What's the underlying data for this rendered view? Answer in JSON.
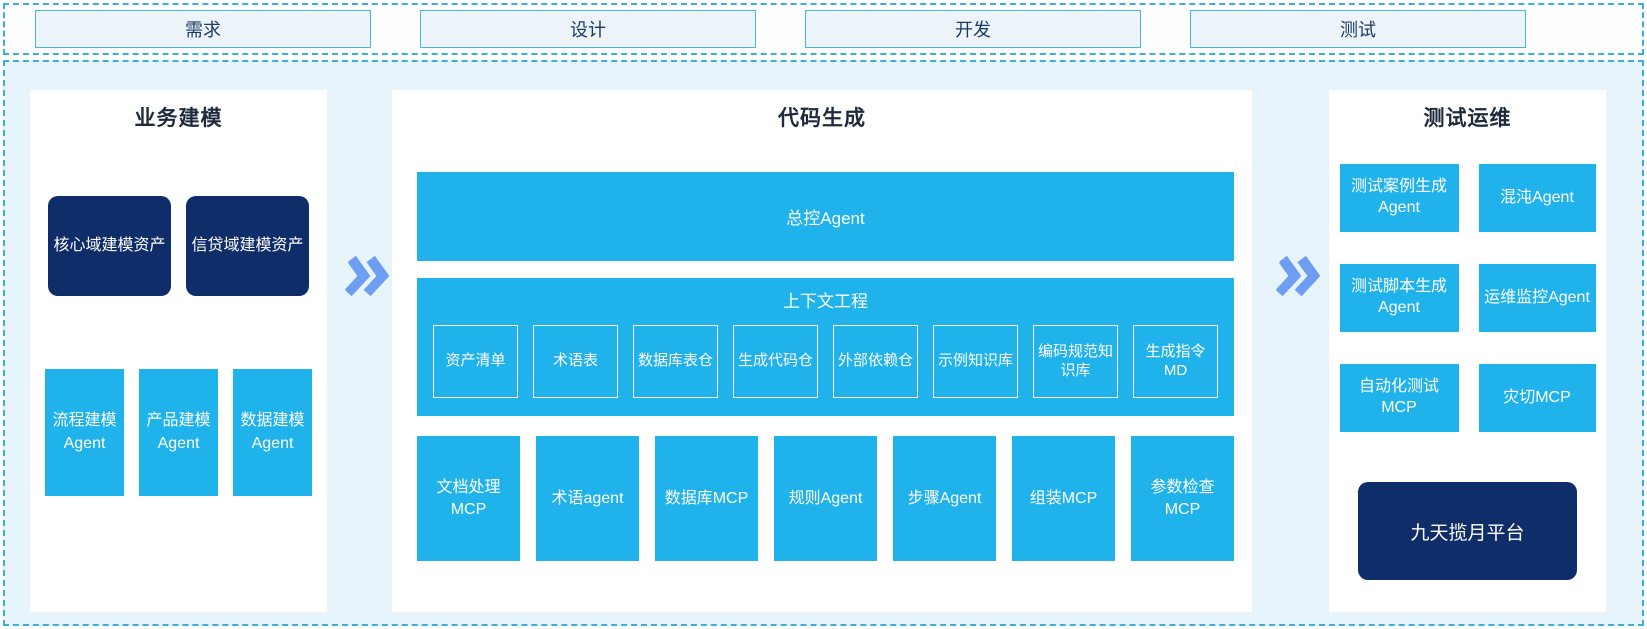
{
  "phases": {
    "labels": [
      "需求",
      "设计",
      "开发",
      "测试"
    ]
  },
  "panels": {
    "business": {
      "title": "业务建模",
      "assets": [
        "核心域建模资产",
        "信贷域建模资产"
      ],
      "agents": [
        "流程建模Agent",
        "产品建模Agent",
        "数据建模Agent"
      ]
    },
    "codegen": {
      "title": "代码生成",
      "master_agent": "总控Agent",
      "context": {
        "title": "上下文工程",
        "items": [
          "资产清单",
          "术语表",
          "数据库表仓",
          "生成代码仓",
          "外部依赖仓",
          "示例知识库",
          "编码规范知识库",
          "生成指令MD"
        ]
      },
      "tools": [
        "文档处理MCP",
        "术语agent",
        "数据库MCP",
        "规则Agent",
        "步骤Agent",
        "组装MCP",
        "参数检查MCP"
      ]
    },
    "testops": {
      "title": "测试运维",
      "agents": [
        "测试案例生成Agent",
        "混沌Agent",
        "测试脚本生成Agent",
        "运维监控Agent",
        "自动化测试MCP",
        "灾切MCP"
      ],
      "platform": "九天揽月平台"
    }
  },
  "icons": {
    "flow_arrow": "double-chevron-right"
  },
  "colors": {
    "cyan_box": "#20b2eb",
    "navy_box": "#0f2d68",
    "arrow": "#6d9ef2",
    "dashed_border": "#3bafd9",
    "container_bg": "#e7f4fc",
    "phase_box_bg": "#edf4f9",
    "phase_text": "#1c3a63",
    "title_text": "#1f2a3c"
  }
}
